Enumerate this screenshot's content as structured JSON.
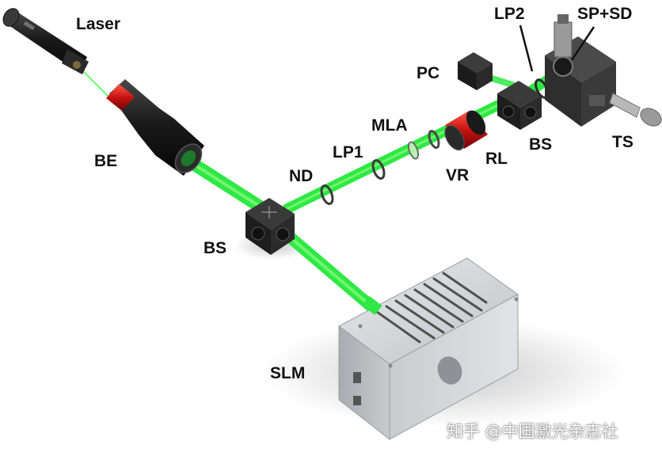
{
  "labels": {
    "laser": "Laser",
    "be": "BE",
    "bs_main": "BS",
    "nd": "ND",
    "lp1": "LP1",
    "mla": "MLA",
    "vr": "VR",
    "rl": "RL",
    "bs_secondary": "BS",
    "pc": "PC",
    "lp2": "LP2",
    "sp_sd": "SP+SD",
    "ts": "TS",
    "slm": "SLM"
  },
  "watermark": "知乎 @中国激光杂志社",
  "colors": {
    "beam": "#22e03a",
    "beam_glow": "#8cff6a",
    "lens_red": "#d81b1b",
    "housing_dark": "#1c1c1c",
    "slm_body": "#d9dadc"
  }
}
